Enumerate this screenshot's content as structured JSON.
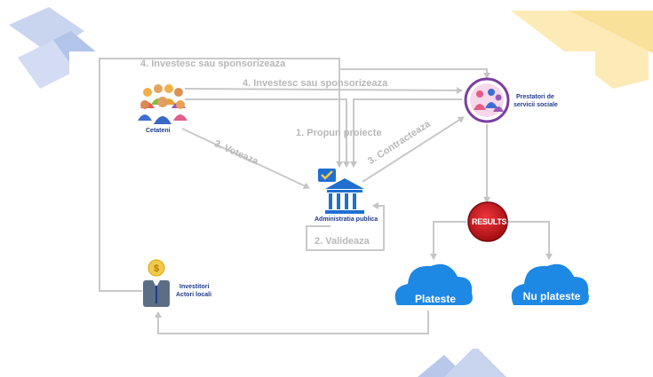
{
  "labels": {
    "edge_invest_top": "4. Investesc sau sponsorizeaza",
    "edge_invest_mid": "4. Investesc sau sponsorizeaza",
    "edge_propun": "1. Propun proiecte",
    "edge_voteaza": "3. Voteaza",
    "edge_contracteaza": "3. Contracteaza",
    "edge_valideaza": "2. Valideaza"
  },
  "nodes": {
    "cetateni": "Cetateni",
    "administratia": "Administratia publica",
    "prestatori_line1": "Prestatori de",
    "prestatori_line2": "servicii sociale",
    "results": "RESULTS",
    "plateste": "Plateste",
    "nu_plateste": "Nu plateste",
    "investitori_line1": "Investitori",
    "investitori_line2": "Actori locali"
  },
  "colors": {
    "arrow": "#c9c9c9",
    "blue_accent": "#1f6fd1",
    "cloud": "#1e88e5",
    "results_red": "#d0121b",
    "purple": "#7b3fa0",
    "deco_blue": "#b9c8ea",
    "deco_yellow": "#fbe7a8"
  }
}
